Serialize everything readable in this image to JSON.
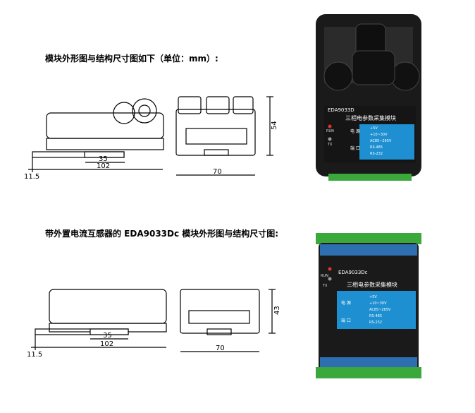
{
  "section1": {
    "heading": "模块外形图与结构尺寸图如下（单位：mm）:",
    "drawing": {
      "dim_slot": "35",
      "dim_length": "102",
      "dim_offset": "11.5",
      "dim_width": "70",
      "dim_height": "54"
    },
    "photo": {
      "model": "EDA9033D",
      "title": "三相电参数采集模块",
      "run_label": "RUN",
      "tx_label": "TX",
      "power_label": "电 源",
      "port_label": "端 口",
      "specs": [
        "+5V",
        "+10~30V",
        "AC85~265V",
        "RS-485",
        "RS-232"
      ]
    }
  },
  "section2": {
    "heading": "带外置电流互感器的 EDA9033Dc 模块外形图与结构尺寸图:",
    "drawing": {
      "dim_slot": "35",
      "dim_length": "102",
      "dim_offset": "11.5",
      "dim_width": "70",
      "dim_height": "43"
    },
    "photo": {
      "model": "EDA9033Dc",
      "title": "三相电参数采集模块",
      "run_label": "RUN",
      "tx_label": "TX",
      "power_label": "电 源",
      "port_label": "端 口",
      "specs": [
        "+5V",
        "+10~30V",
        "AC85~265V",
        "RS-485",
        "RS-232"
      ]
    }
  },
  "colors": {
    "module_body": "#1a1a1a",
    "label_panel": "#1e8fd0",
    "terminal_green": "#3aa83a"
  }
}
